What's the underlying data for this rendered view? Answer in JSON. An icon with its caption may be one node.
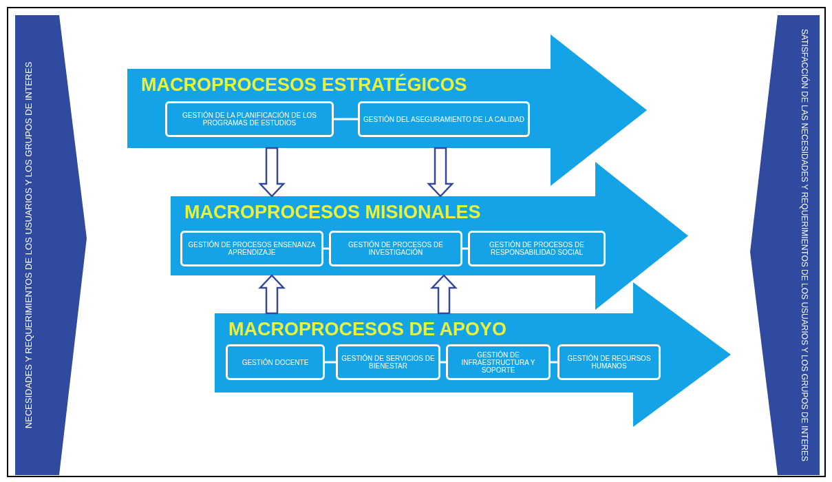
{
  "diagram": {
    "nodes": [
      {
        "text": [
          "NECESIDADES Y REQUERIMIENTOS DE LOS USUARIOS Y LOS GRUPOS DE INTERES"
        ]
      },
      {
        "text": [
          "MACROPROCESOS ESTRATÉGICOS"
        ]
      },
      {
        "text": [
          "GESTIÓN DE LA PLANIFICACIÓN DE LOS PROGRAMAS DE ESTUDIOS"
        ],
        "in": 1
      },
      {
        "text": [
          "GESTIÓN DEL ASEGURAMIENTO DE LA CALIDAD"
        ],
        "in": 1
      },
      {
        "text": [
          "MACROPROCESOS MISIONALES"
        ]
      },
      {
        "text": [
          "GESTIÓN DE PROCESOS ENSENANZA APRENDIZAJE"
        ],
        "in": 4
      },
      {
        "text": [
          "GESTIÓN DE PROCESOS DE INVESTIGACIÓN"
        ],
        "in": 4
      },
      {
        "text": [
          "GESTIÓN DE PROCESOS DE RESPONSABILIDAD SOCIAL"
        ],
        "in": 4
      },
      {
        "text": [
          "MACROPROCESOS DE APOYO"
        ]
      },
      {
        "text": [
          "GESTIÓN DOCENTE"
        ],
        "in": 8
      },
      {
        "text": [
          "GESTIÓN DE SERVICIOS DE BIENESTAR"
        ],
        "in": 8
      },
      {
        "text": [
          "GESTIÓN DE INFRAESTRUCTURA Y SOPORTE"
        ],
        "in": 8
      },
      {
        "text": [
          "GESTIÓN DE RECURSOS HUMANOS"
        ],
        "in": 8
      },
      {
        "text": [
          "SATISFACCIÓN DE LAS NECESIDADES Y REQUERIMIENTOS DE LOS USUARIOS Y LOS GRUPOS DE INTERES"
        ]
      }
    ],
    "edges": [
      {
        "from": 2,
        "to": 3,
        "arrow": "none"
      },
      {
        "from": 5,
        "to": 6,
        "arrow": "none"
      },
      {
        "from": 6,
        "to": 7,
        "arrow": "none"
      },
      {
        "from": 9,
        "to": 10,
        "arrow": "none"
      },
      {
        "from": 10,
        "to": 11,
        "arrow": "none"
      },
      {
        "from": 11,
        "to": 12,
        "arrow": "none"
      },
      {
        "from": 1,
        "to": 4,
        "arrow": "to",
        "style": "thick",
        "color": "#34479b"
      },
      {
        "from": 1,
        "to": 4,
        "arrow": "to",
        "style": "thick",
        "color": "#34479b"
      },
      {
        "from": 8,
        "to": 4,
        "arrow": "to",
        "style": "thick",
        "color": "#34479b"
      },
      {
        "from": 8,
        "to": 4,
        "arrow": "to",
        "style": "thick",
        "color": "#34479b"
      }
    ]
  }
}
